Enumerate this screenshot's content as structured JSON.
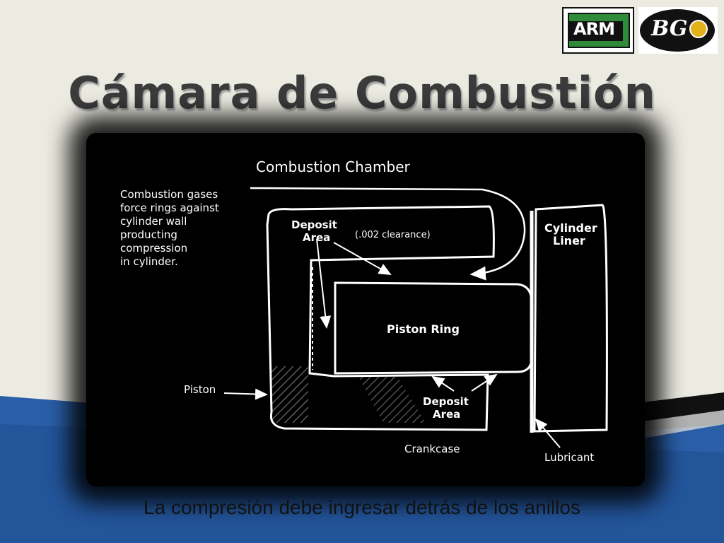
{
  "slide": {
    "title": "Cámara de Combustión",
    "caption": "La compresión debe ingresar detrás de los anillos",
    "colors": {
      "background": "#ecebe2",
      "title": "#3b3b3b",
      "blue_band": "#2a5fa8",
      "diagram_bg": "#000000"
    }
  },
  "logos": {
    "arm": {
      "text": "ARM",
      "icon": "arm-logo"
    },
    "bg": {
      "text": "BG",
      "icon": "bg-logo"
    }
  },
  "diagram": {
    "heading": "Combustion Chamber",
    "description_lines": [
      "Combustion gases",
      "force rings against",
      "cylinder wall",
      "producting",
      "compression",
      "in cylinder."
    ],
    "deposit_area_top": [
      "Deposit",
      "Area"
    ],
    "clearance": "(.002   clearance)",
    "cylinder_liner": [
      "Cylinder",
      "Liner"
    ],
    "piston_ring": "Piston  Ring",
    "piston": "Piston",
    "deposit_area_bottom": [
      "Deposit",
      "Area"
    ],
    "crankcase": "Crankcase",
    "lubricant": "Lubricant"
  }
}
